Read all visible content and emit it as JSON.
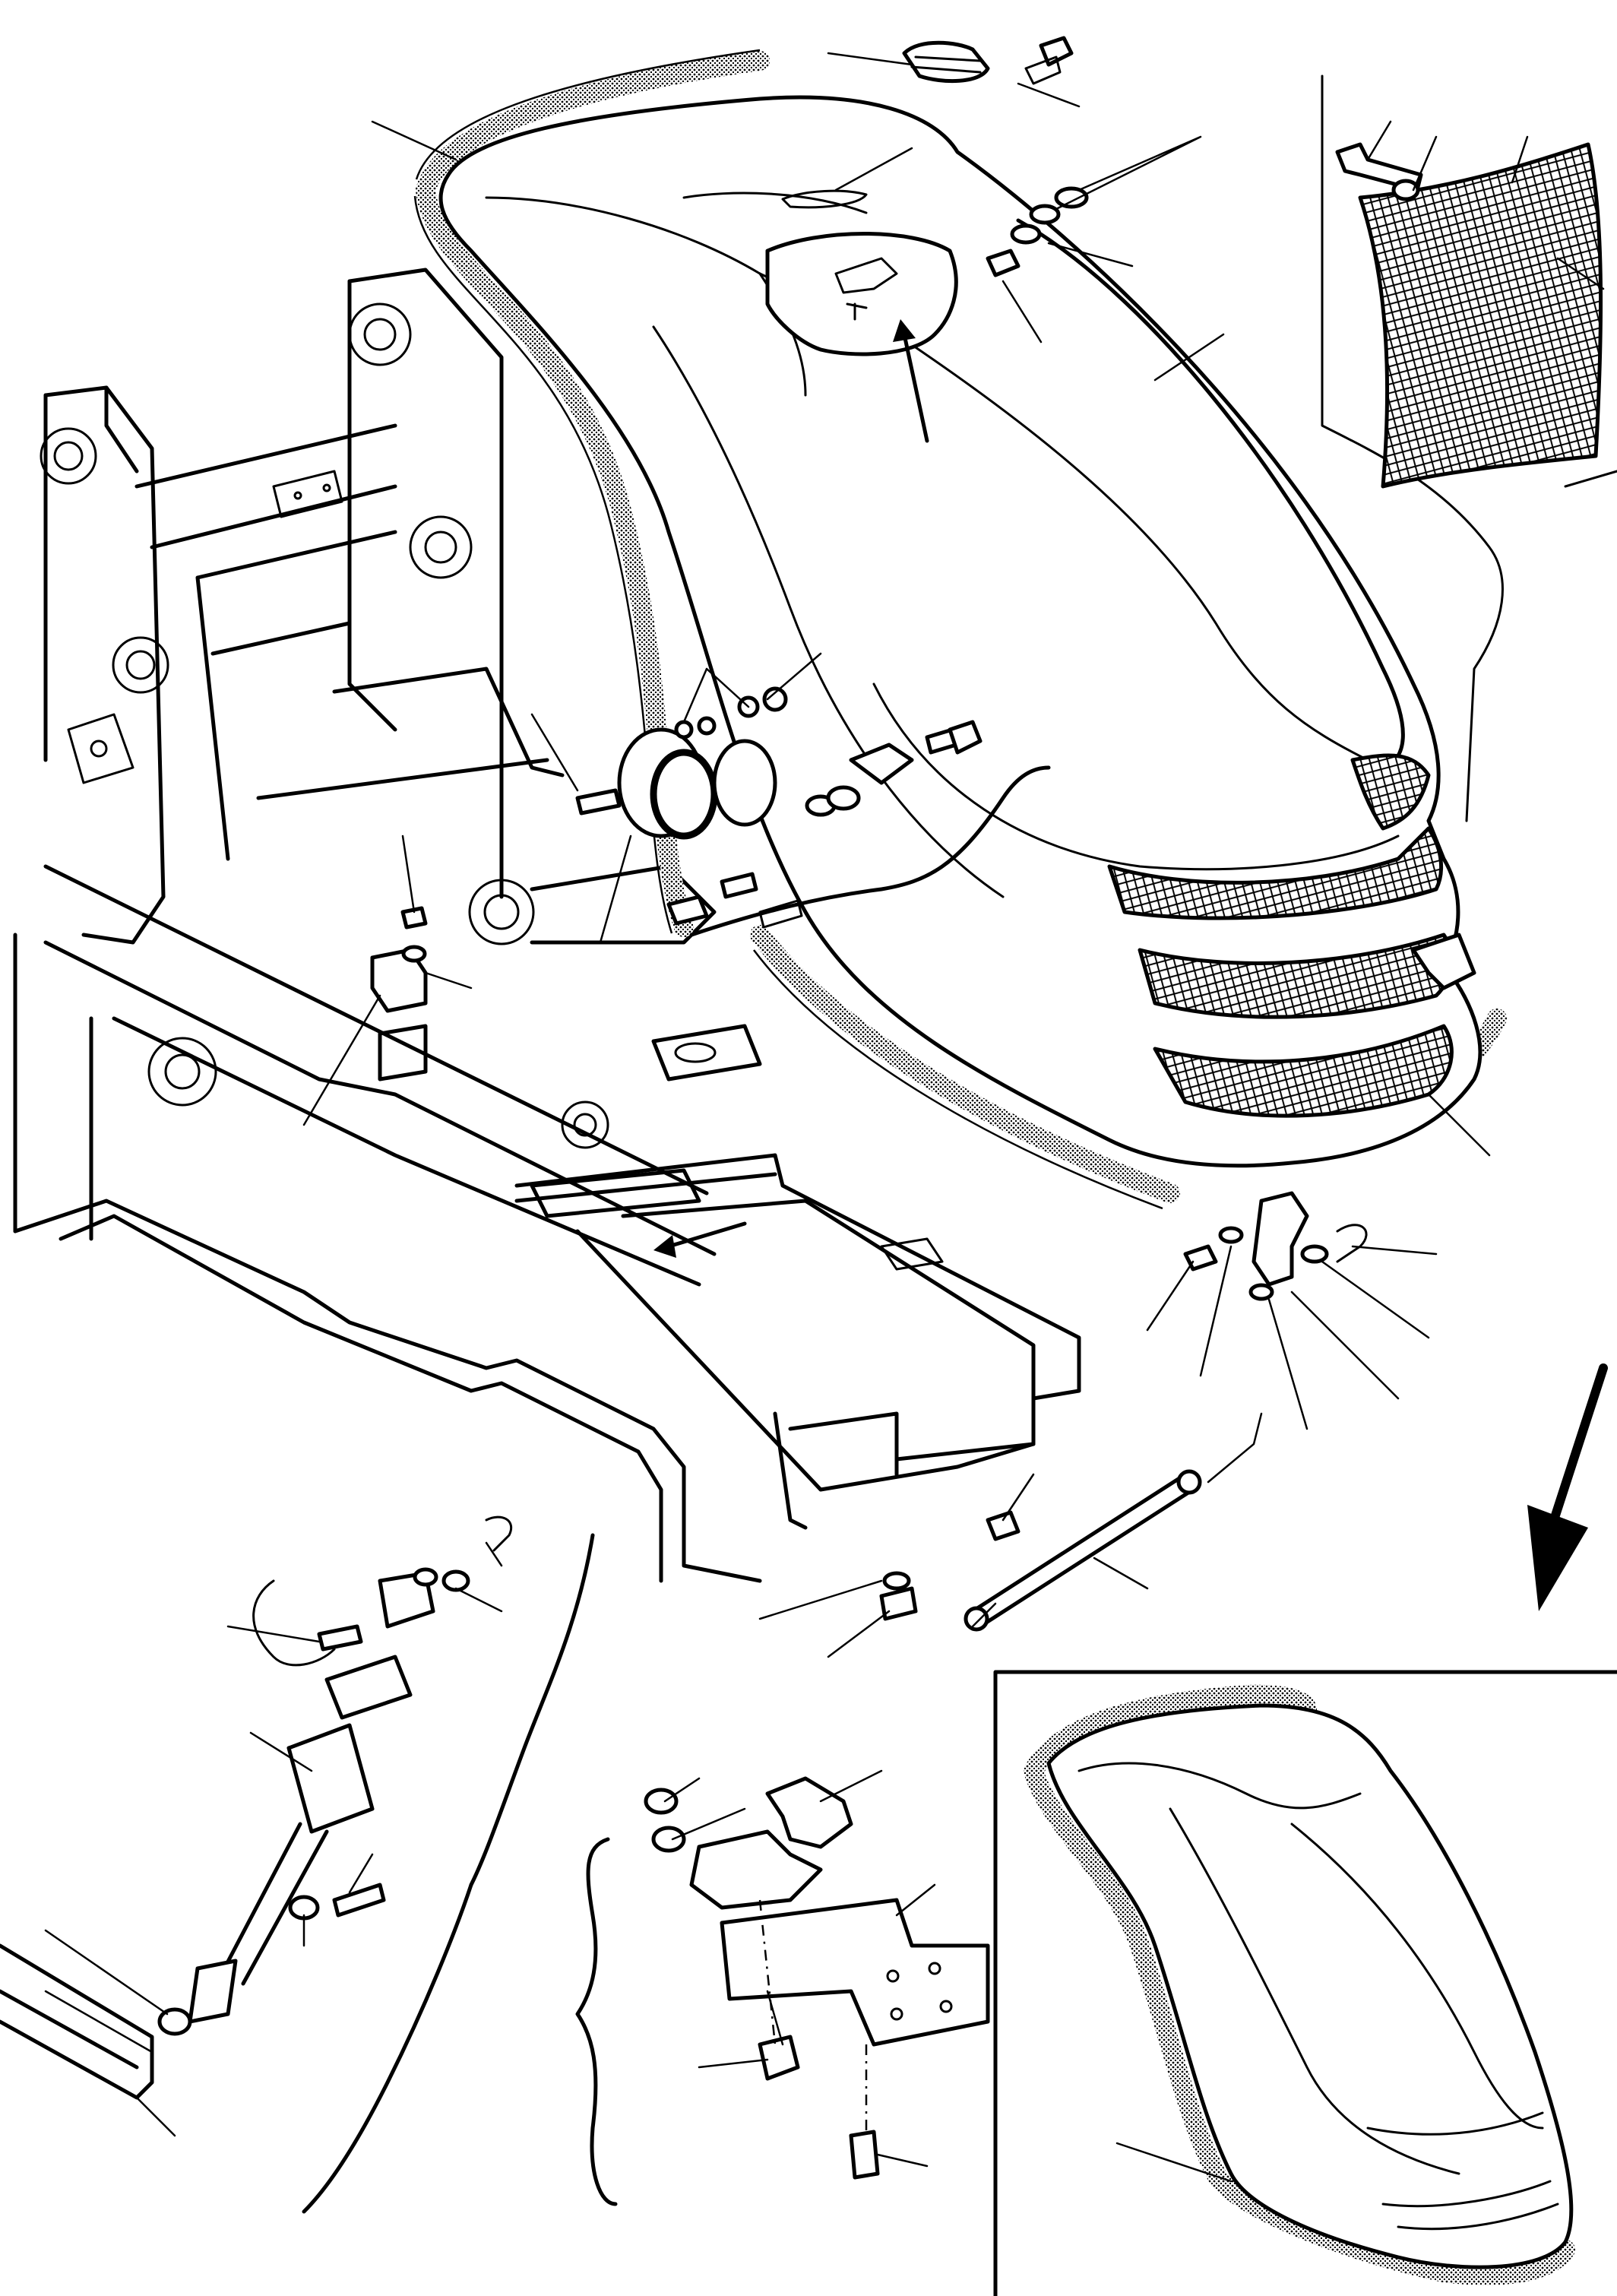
{
  "figure": {
    "colors": {
      "line": "#000000",
      "background": "#ffffff"
    },
    "views": [
      {
        "name": "main-hood-exploded-view"
      },
      {
        "name": "grille-mesh-detail"
      },
      {
        "name": "gas-strut-detail"
      },
      {
        "name": "latch-bracket-detail"
      },
      {
        "name": "hood-assembled-inset"
      }
    ],
    "callout_labels_shown": false
  }
}
